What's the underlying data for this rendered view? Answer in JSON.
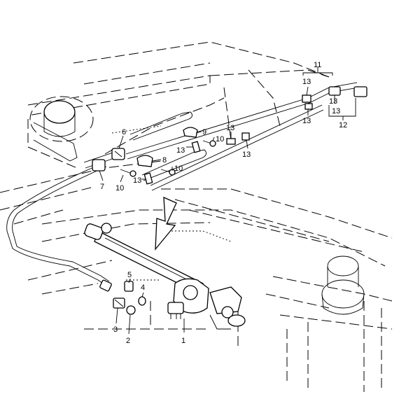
{
  "diagram": {
    "callouts": [
      {
        "id": "c1",
        "text": "1"
      },
      {
        "id": "c2",
        "text": "2"
      },
      {
        "id": "c3",
        "text": "3"
      },
      {
        "id": "c4",
        "text": "4"
      },
      {
        "id": "c5",
        "text": "5"
      },
      {
        "id": "c6",
        "text": "6"
      },
      {
        "id": "c7",
        "text": "7"
      },
      {
        "id": "c8",
        "text": "8"
      },
      {
        "id": "c9",
        "text": "9"
      },
      {
        "id": "c10a",
        "text": "10"
      },
      {
        "id": "c10b",
        "text": "10"
      },
      {
        "id": "c10c",
        "text": "10"
      },
      {
        "id": "c11",
        "text": "11"
      },
      {
        "id": "c12",
        "text": "12"
      },
      {
        "id": "c13a",
        "text": "13"
      },
      {
        "id": "c13b",
        "text": "13"
      },
      {
        "id": "c13c",
        "text": "13"
      },
      {
        "id": "c13d",
        "text": "13"
      },
      {
        "id": "c13e",
        "text": "13"
      },
      {
        "id": "c13f",
        "text": "13"
      },
      {
        "id": "c13g",
        "text": "13"
      },
      {
        "id": "c13h",
        "text": "13"
      }
    ]
  }
}
